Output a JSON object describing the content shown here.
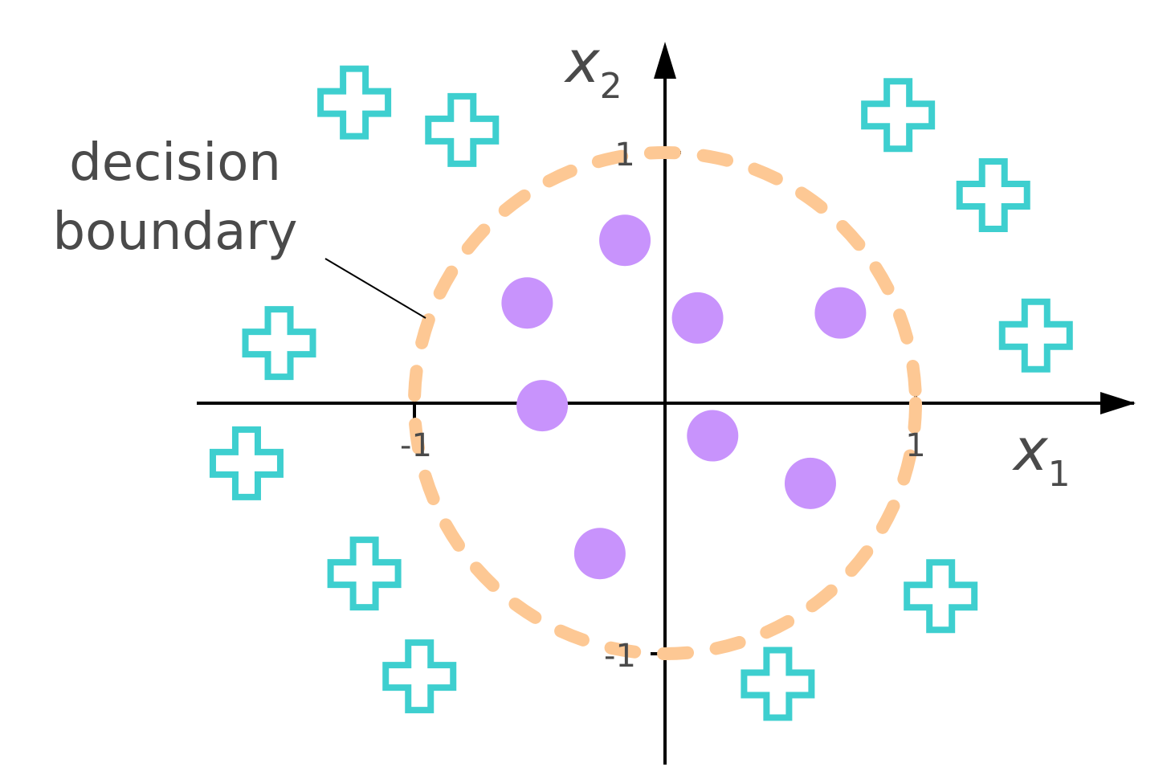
{
  "annotation": {
    "line1": "decision",
    "line2": "boundary"
  },
  "axes": {
    "x": {
      "var": "x",
      "sub": "1"
    },
    "y": {
      "var": "x",
      "sub": "2"
    },
    "ticks": {
      "x_neg": "-1",
      "x_pos": "1",
      "y_neg": "-1",
      "y_pos": "1"
    }
  },
  "colors": {
    "plus_class": "#3ecfcf",
    "circle_class": "#c893fc",
    "boundary": "#fdc894",
    "axis": "#000000",
    "text": "#4a4a4a"
  },
  "icons": {
    "plus": "plus-icon",
    "circle": "circle-icon"
  },
  "chart_data": {
    "type": "scatter",
    "xlim": [
      -1.8,
      1.9
    ],
    "ylim": [
      -1.45,
      1.45
    ],
    "boundary": {
      "shape": "circle",
      "center": [
        0,
        0
      ],
      "radius": 1,
      "style": "dashed"
    },
    "series": [
      {
        "class": "circle",
        "points": [
          [
            -0.16,
            0.65
          ],
          [
            -0.55,
            0.4
          ],
          [
            0.13,
            0.34
          ],
          [
            0.7,
            0.36
          ],
          [
            -0.49,
            -0.01
          ],
          [
            0.19,
            -0.13
          ],
          [
            0.58,
            -0.32
          ],
          [
            -0.26,
            -0.6
          ]
        ]
      },
      {
        "class": "plus",
        "points": [
          [
            -1.24,
            1.2
          ],
          [
            -0.81,
            1.09
          ],
          [
            0.93,
            1.15
          ],
          [
            1.31,
            0.83
          ],
          [
            -1.54,
            0.24
          ],
          [
            1.48,
            0.27
          ],
          [
            -1.67,
            -0.24
          ],
          [
            -1.2,
            -0.68
          ],
          [
            1.1,
            -0.77
          ],
          [
            -0.98,
            -1.09
          ],
          [
            0.45,
            -1.12
          ]
        ]
      }
    ]
  }
}
